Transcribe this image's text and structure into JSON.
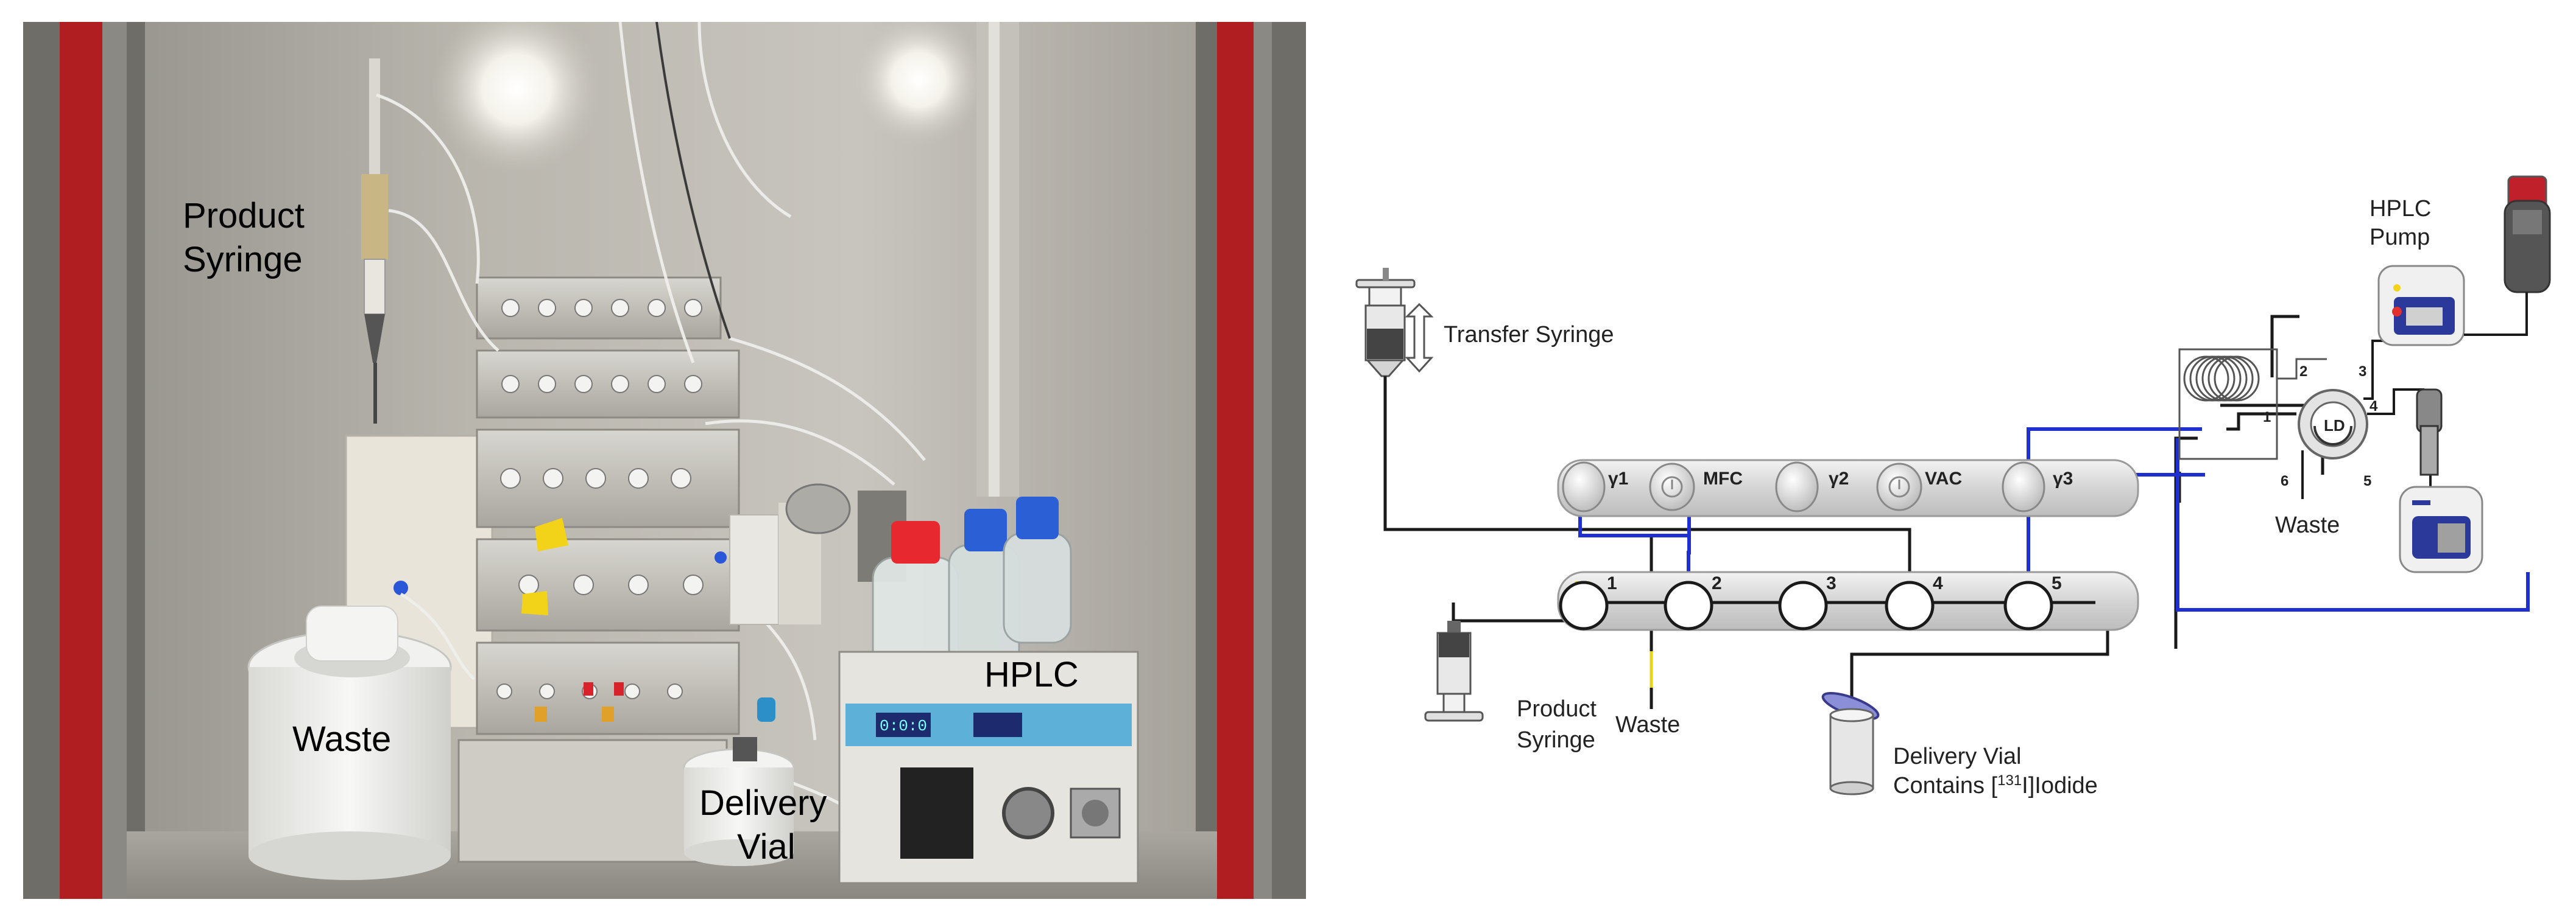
{
  "photo": {
    "labels": {
      "product_syringe_line1": "Product",
      "product_syringe_line2": "Syringe",
      "waste": "Waste",
      "delivery_vial_line1": "Delivery",
      "delivery_vial_line2": "Vial",
      "hplc": "HPLC",
      "hplc_display": "0:0:0"
    }
  },
  "schematic": {
    "transfer_syringe": "Transfer Syringe",
    "hplc_pump_line1": "HPLC",
    "hplc_pump_line2": "Pump",
    "waste_right": "Waste",
    "waste_bottom": "Waste",
    "product_syringe_line1": "Product",
    "product_syringe_line2": "Syringe",
    "delivery_vial_line1": "Delivery Vial",
    "delivery_vial_line2_prefix": "Contains [",
    "delivery_vial_isotope": "131",
    "delivery_vial_line2_suffix": "I]Iodide",
    "reagent_manifold": {
      "gamma1": "γ1",
      "mfc": "MFC",
      "gamma2": "γ2",
      "vac": "VAC",
      "gamma3": "γ3"
    },
    "valve_numbers": [
      "1",
      "2",
      "3",
      "4",
      "5"
    ],
    "injector": {
      "center": "LD",
      "ports": [
        "1",
        "2",
        "3",
        "4",
        "5",
        "6"
      ]
    },
    "colors": {
      "blue_line": "#1f2fd0",
      "black_line": "#1a1a1a",
      "yellow_accent": "#e8d21a",
      "pump_blue": "#2b3a9a",
      "reservoir_red": "#c0202a"
    }
  }
}
